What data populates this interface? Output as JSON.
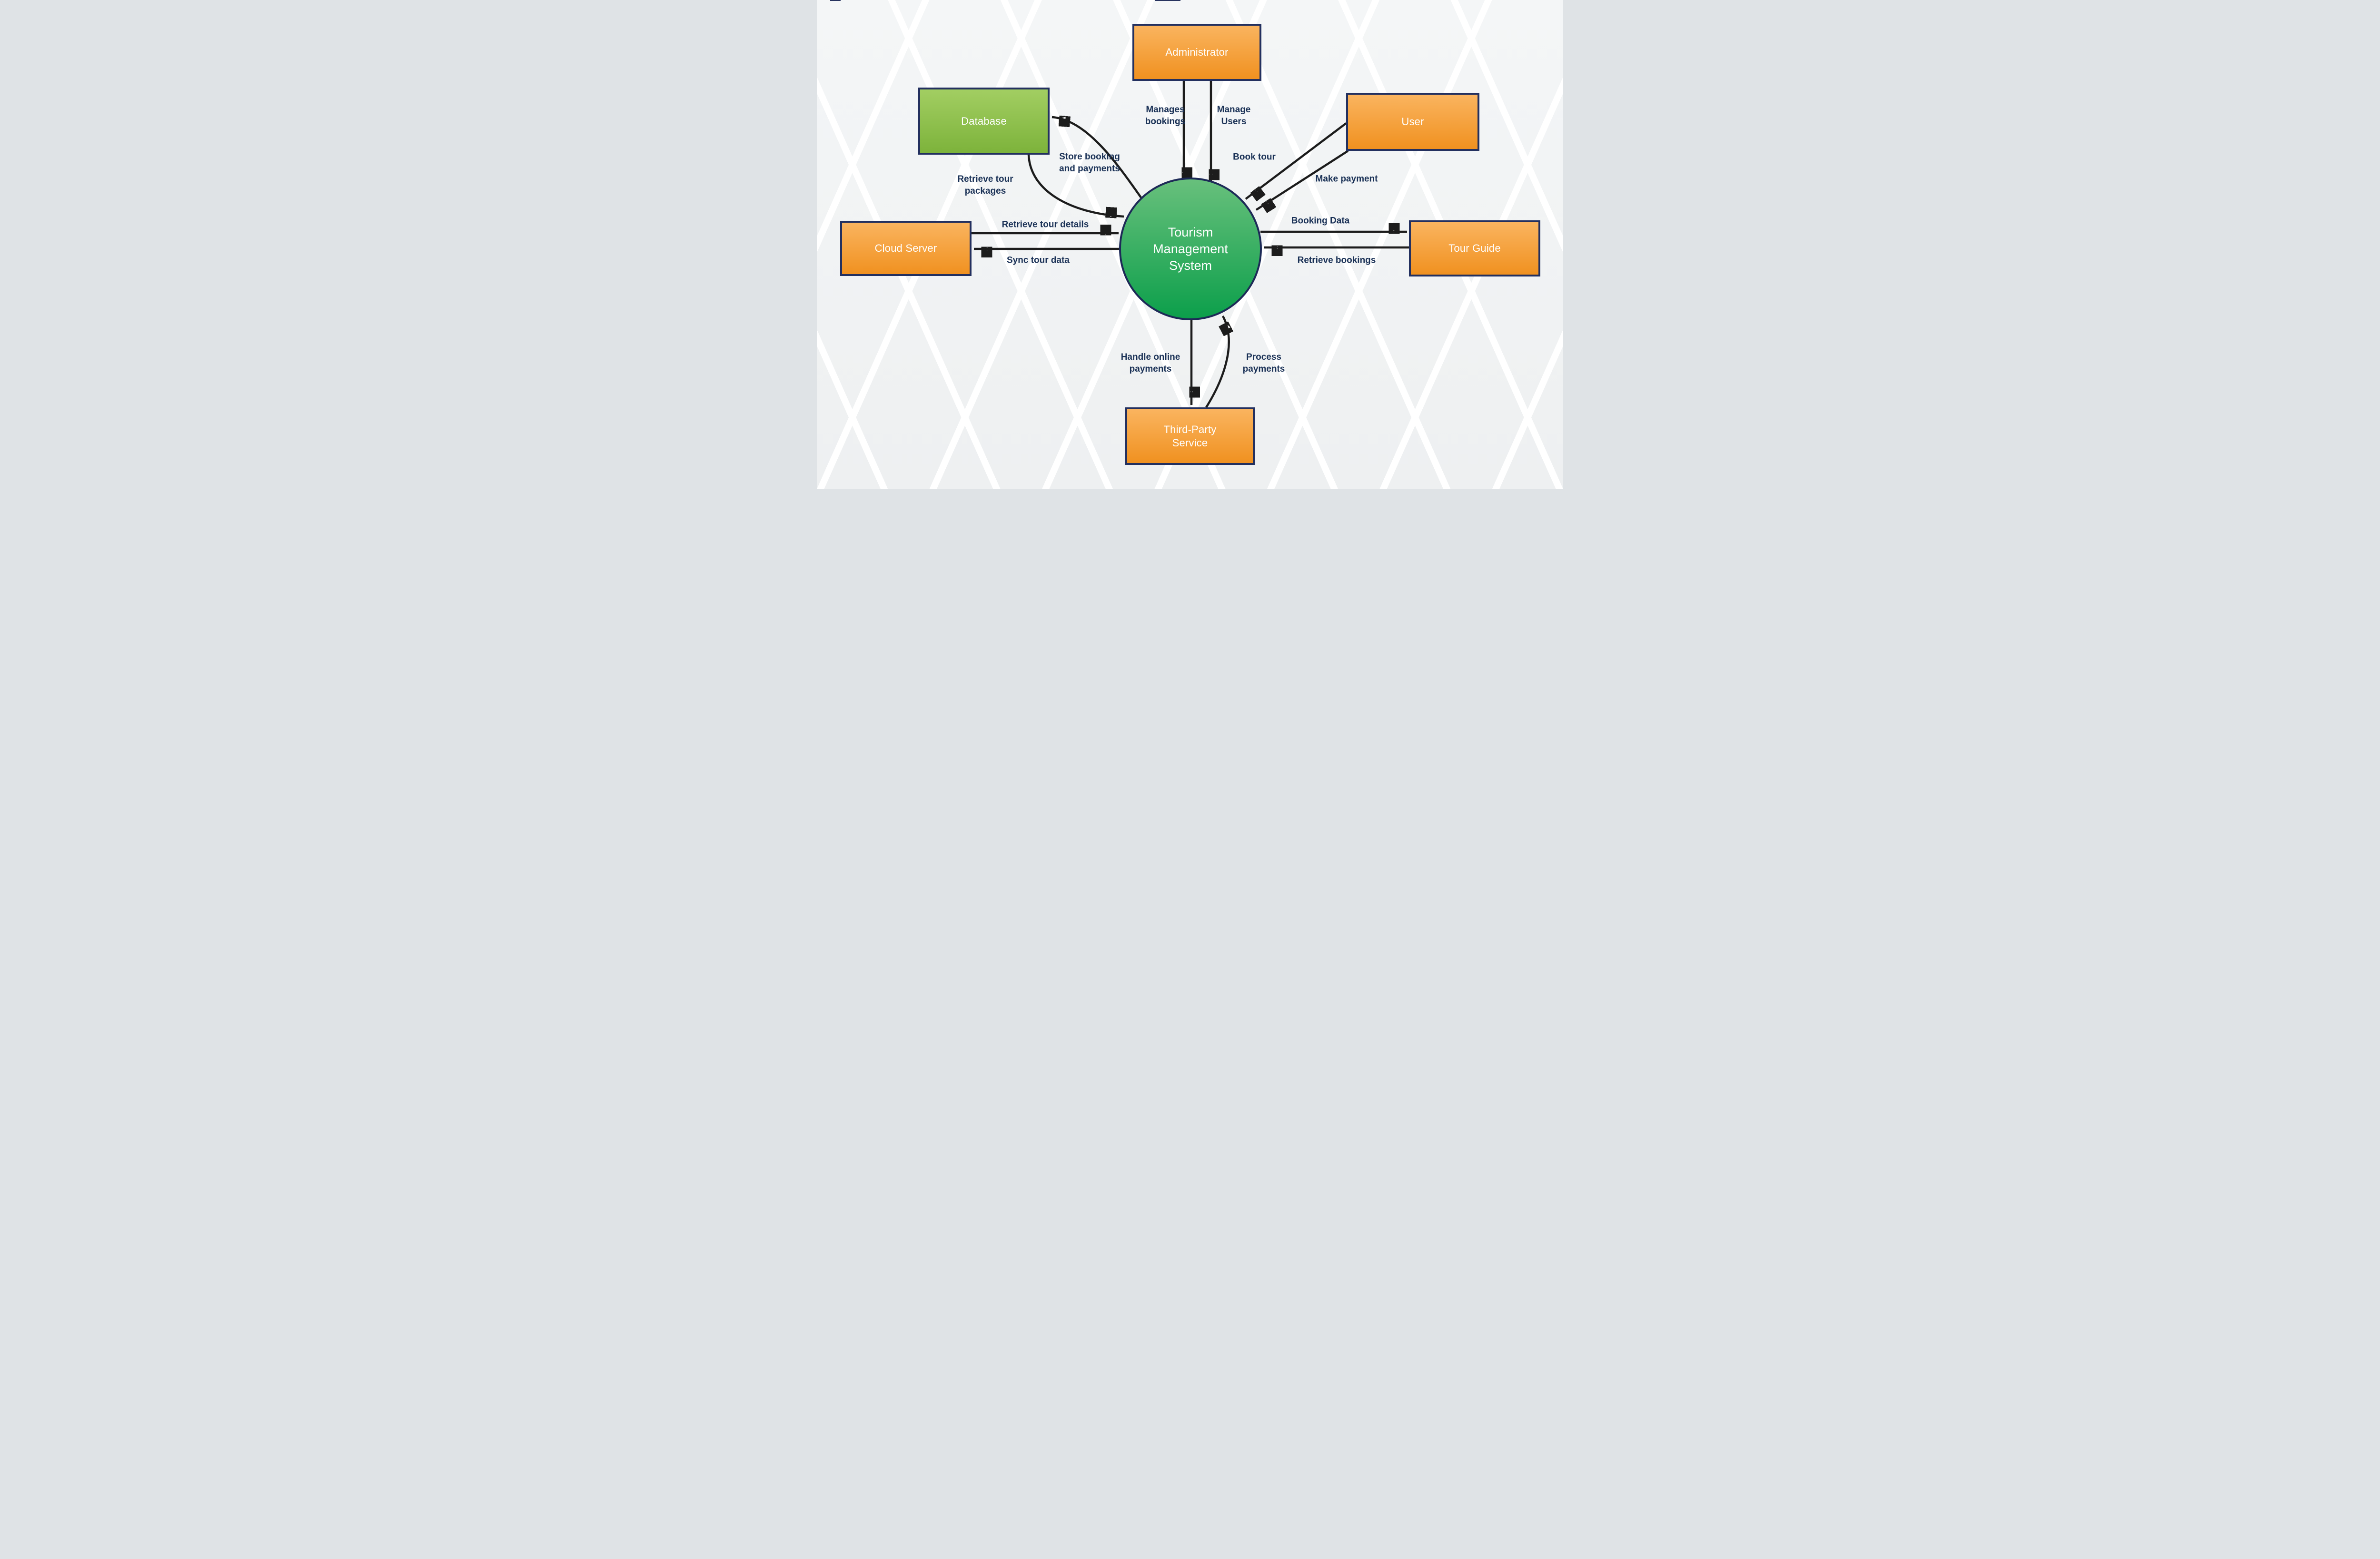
{
  "diagram": {
    "center": {
      "label": "Tourism Management System"
    },
    "nodes": {
      "administrator": {
        "label": "Administrator"
      },
      "database": {
        "label": "Database"
      },
      "user": {
        "label": "User"
      },
      "cloud_server": {
        "label": "Cloud Server"
      },
      "tour_guide": {
        "label": "Tour Guide"
      },
      "third_party": {
        "label": "Third-Party Service"
      }
    },
    "flows": [
      {
        "from": "Administrator",
        "to": "Tourism Management System",
        "label": "Manages bookings"
      },
      {
        "from": "Administrator",
        "to": "Tourism Management System",
        "label": "Manage Users"
      },
      {
        "from": "User",
        "to": "Tourism Management System",
        "label": "Book tour"
      },
      {
        "from": "User",
        "to": "Tourism Management System",
        "label": "Make payment"
      },
      {
        "from": "Tourism Management System",
        "to": "Database",
        "label": "Store booking and payments"
      },
      {
        "from": "Database",
        "to": "Tourism Management System",
        "label": "Retrieve tour packages"
      },
      {
        "from": "Cloud Server",
        "to": "Tourism Management System",
        "label": "Retrieve tour details"
      },
      {
        "from": "Tourism Management System",
        "to": "Cloud Server",
        "label": "Sync tour data"
      },
      {
        "from": "Tourism Management System",
        "to": "Tour Guide",
        "label": "Booking Data"
      },
      {
        "from": "Tour Guide",
        "to": "Tourism Management System",
        "label": "Retrieve bookings"
      },
      {
        "from": "Tourism Management System",
        "to": "Third-Party Service",
        "label": "Handle online payments"
      },
      {
        "from": "Third-Party Service",
        "to": "Tourism Management System",
        "label": "Process payments"
      }
    ],
    "colors": {
      "entity_fill_top": "#fab45f",
      "entity_fill_bottom": "#f09120",
      "datastore_fill_top": "#a2ce62",
      "datastore_fill_bottom": "#7db33b",
      "process_fill_top": "#68c07c",
      "process_fill_bottom": "#0c9f4b",
      "border": "#23305f",
      "arrow": "#1c1c1c",
      "flow_label_text": "#1a3156",
      "node_text": "#ffffff",
      "background": "#f1f3f4"
    }
  }
}
